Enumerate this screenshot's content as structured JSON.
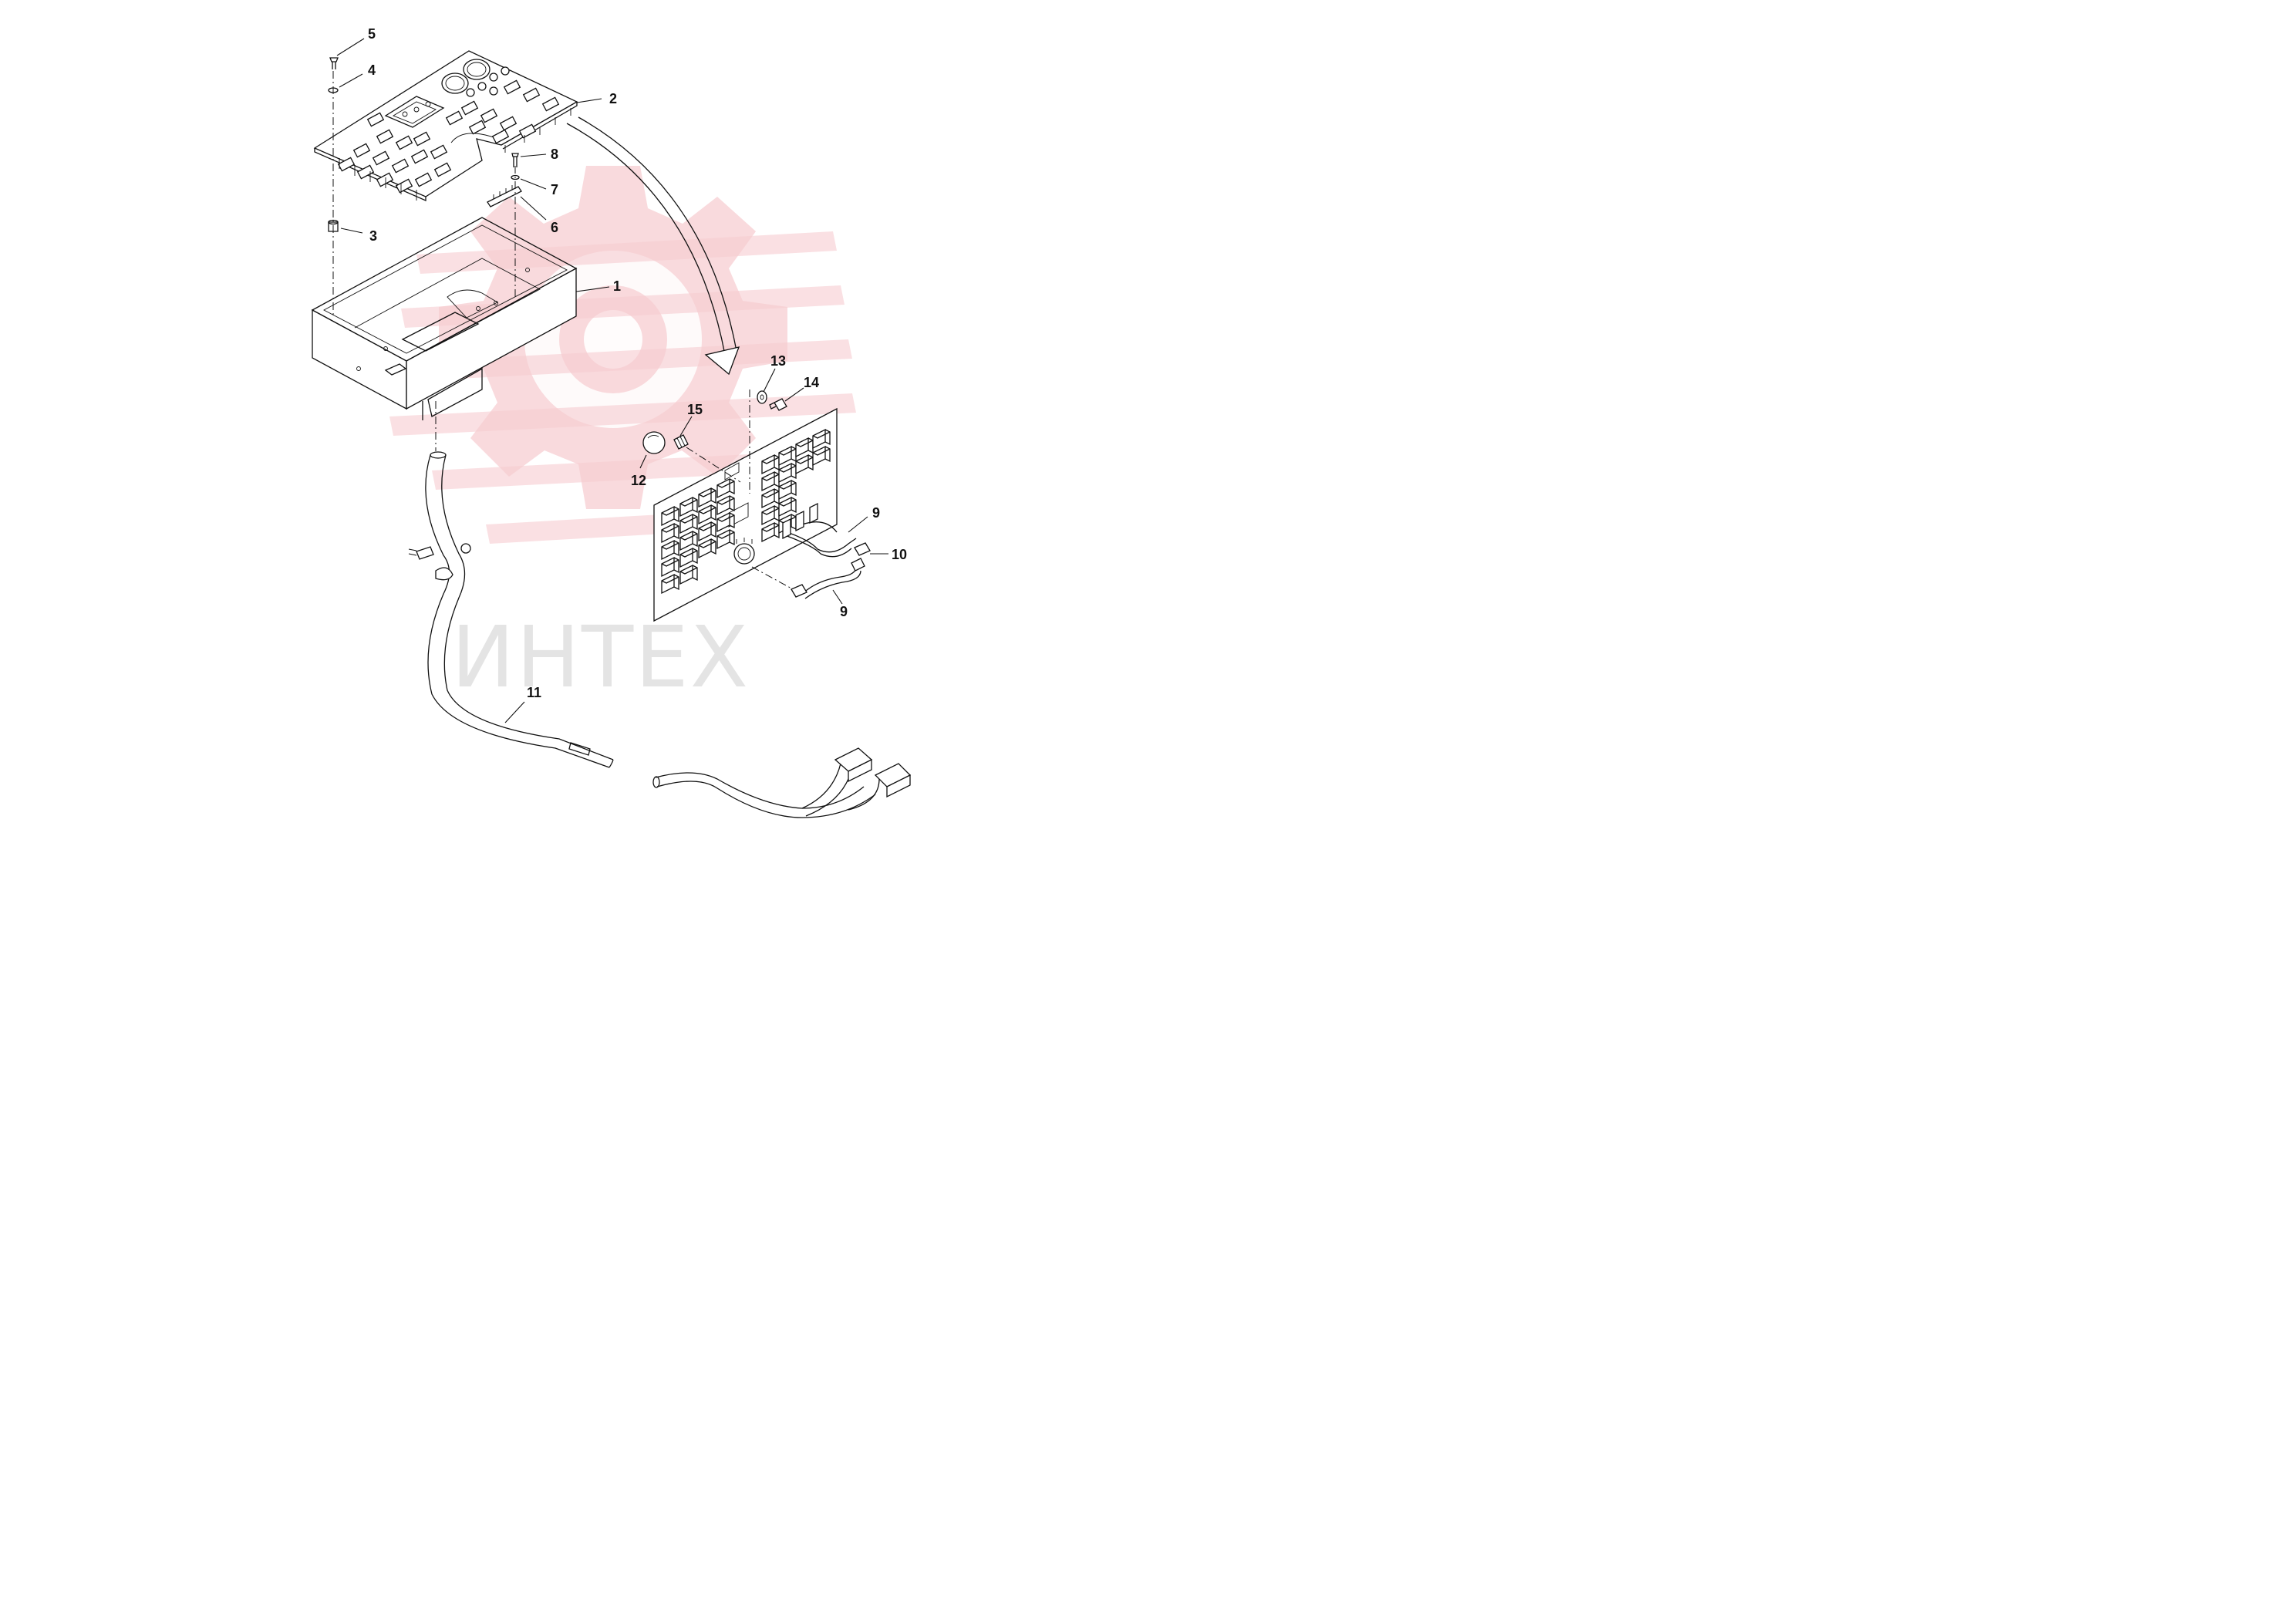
{
  "watermark": {
    "text": "ИНТЕХ",
    "logo": "gear-watermark",
    "color": "#f5c8cc"
  },
  "callouts": {
    "c1": "1",
    "c2": "2",
    "c3": "3",
    "c4": "4",
    "c5": "5",
    "c6": "6",
    "c7": "7",
    "c8": "8",
    "c9a": "9",
    "c9b": "9",
    "c10": "10",
    "c11": "11",
    "c12": "12",
    "c13": "13",
    "c14": "14",
    "c15": "15"
  }
}
